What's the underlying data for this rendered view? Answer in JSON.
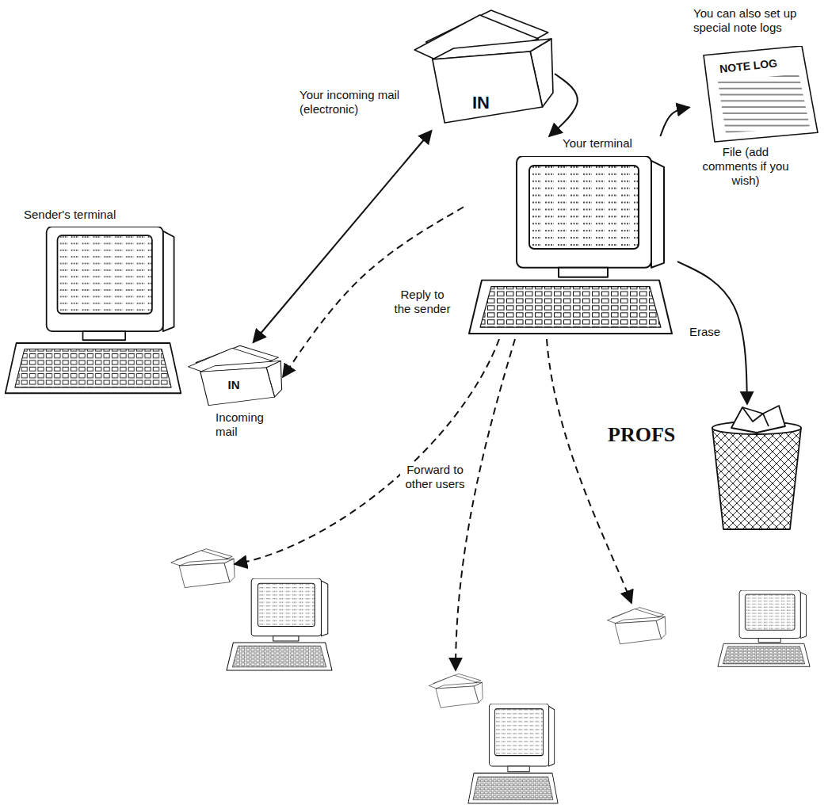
{
  "diagram": {
    "nodes": [
      {
        "text": [
          "Your incoming mail (electronic)",
          "IN"
        ]
      },
      {
        "text": [
          "You can also set up special note logs",
          "NOTE LOG"
        ]
      },
      {
        "text": [
          "Your terminal"
        ]
      },
      {
        "text": [
          "Sender's terminal"
        ]
      },
      {
        "text": [
          "IN",
          "Incoming mail"
        ]
      },
      {
        "text": [
          "Erase"
        ]
      }
    ],
    "edges": [
      {
        "from": 4,
        "to": 0,
        "arrow": "both"
      },
      {
        "from": 0,
        "to": 2,
        "arrow": "to"
      },
      {
        "from": 2,
        "to": 1,
        "label": "File (add comments if you wish)",
        "arrow": "to"
      },
      {
        "from": 2,
        "to": 4,
        "label": "Reply to the sender",
        "arrow": "to"
      },
      {
        "from": 2,
        "to": 5,
        "arrow": "to"
      }
    ],
    "labels": [
      "Forward to other users",
      "PROFS"
    ]
  }
}
